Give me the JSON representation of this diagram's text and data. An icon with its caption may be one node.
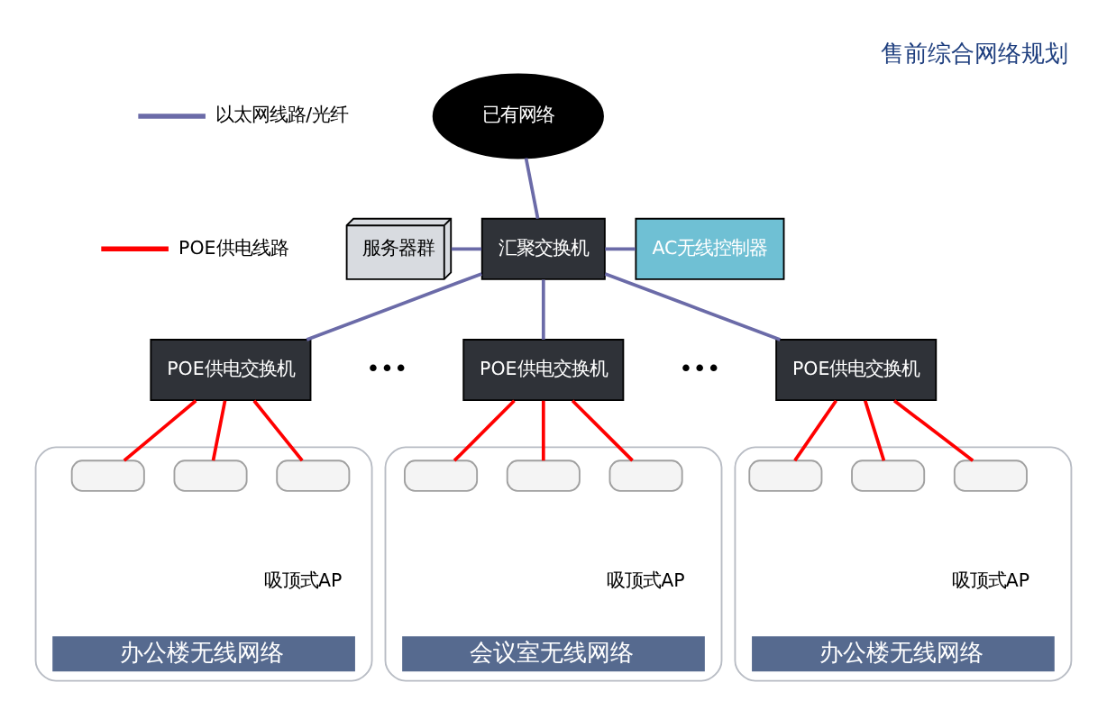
{
  "diagram": {
    "title": "售前综合网络规划",
    "nodes": [
      {
        "text": [
          "已有网络"
        ]
      },
      {
        "text": [
          "汇聚交换机"
        ]
      },
      {
        "text": [
          "服务器群"
        ]
      },
      {
        "text": [
          "AC无线控制器"
        ]
      },
      {
        "text": [
          "POE供电交换机"
        ]
      },
      {
        "text": [
          "POE供电交换机"
        ]
      },
      {
        "text": [
          "POE供电交换机"
        ]
      },
      {
        "text": [
          "办公楼无线网络"
        ]
      },
      {
        "text": [],
        "shape": "box",
        "in": 7
      },
      {
        "text": [],
        "shape": "box",
        "in": 7
      },
      {
        "text": [],
        "shape": "box",
        "in": 7
      },
      {
        "text": [
          "会议室无线网络"
        ]
      },
      {
        "text": [],
        "shape": "box",
        "in": 11
      },
      {
        "text": [],
        "shape": "box",
        "in": 11
      },
      {
        "text": [],
        "shape": "box",
        "in": 11
      },
      {
        "text": [
          "办公楼无线网络"
        ]
      },
      {
        "text": [],
        "shape": "box",
        "in": 15
      },
      {
        "text": [],
        "shape": "box",
        "in": 15
      },
      {
        "text": [],
        "shape": "box",
        "in": 15
      }
    ],
    "edges": [
      {
        "from": 0,
        "to": 1,
        "arrow": "none",
        "color": "#6b6ba8"
      },
      {
        "from": 2,
        "to": 1,
        "arrow": "none",
        "color": "#6b6ba8"
      },
      {
        "from": 1,
        "to": 3,
        "arrow": "none",
        "color": "#6b6ba8"
      },
      {
        "from": 1,
        "to": 4,
        "arrow": "none",
        "color": "#6b6ba8"
      },
      {
        "from": 1,
        "to": 5,
        "arrow": "none",
        "color": "#6b6ba8"
      },
      {
        "from": 1,
        "to": 6,
        "arrow": "none",
        "color": "#6b6ba8"
      },
      {
        "from": 4,
        "to": 8,
        "arrow": "none",
        "color": "#ff0000"
      },
      {
        "from": 4,
        "to": 9,
        "arrow": "none",
        "color": "#ff0000"
      },
      {
        "from": 4,
        "to": 10,
        "arrow": "none",
        "color": "#ff0000"
      },
      {
        "from": 5,
        "to": 12,
        "arrow": "none",
        "color": "#ff0000"
      },
      {
        "from": 5,
        "to": 13,
        "arrow": "none",
        "color": "#ff0000"
      },
      {
        "from": 5,
        "to": 14,
        "arrow": "none",
        "color": "#ff0000"
      },
      {
        "from": 6,
        "to": 16,
        "arrow": "none",
        "color": "#ff0000"
      },
      {
        "from": 6,
        "to": 17,
        "arrow": "none",
        "color": "#ff0000"
      },
      {
        "from": 6,
        "to": 18,
        "arrow": "none",
        "color": "#ff0000"
      }
    ],
    "labels": [
      "•••",
      "•••",
      "吸顶式AP",
      "吸顶式AP",
      "吸顶式AP"
    ],
    "legend": [
      {
        "text": "以太网线路/光纤",
        "color": "#6b6ba8"
      },
      {
        "text": "POE供电线路",
        "color": "#ff0000"
      }
    ]
  }
}
